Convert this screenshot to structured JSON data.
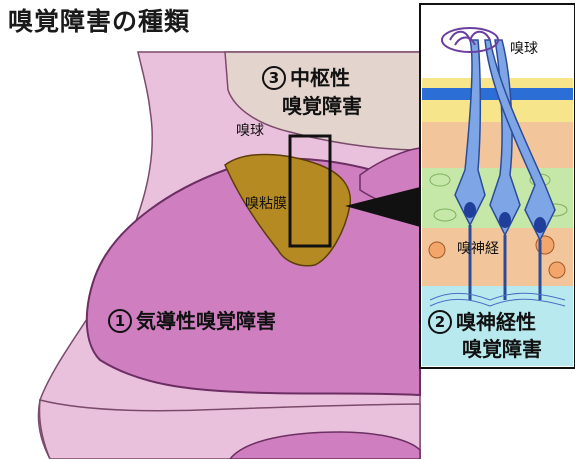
{
  "title": "嗅覚障害の種類",
  "labels": {
    "central": {
      "num": "3",
      "line1": "中枢性",
      "line2": "嗅覚障害"
    },
    "bulb_left": "嗅球",
    "mucosa": "嗅粘膜",
    "airway": {
      "num": "1",
      "text": "気導性嗅覚障害"
    },
    "bulb_inset": "嗅球",
    "nerve": "嗅神経",
    "neural": {
      "num": "2",
      "line1": "嗅神経性",
      "line2": "嗅覚障害"
    }
  },
  "colors": {
    "skin": "#e9c1dd",
    "brain": "#e3d4cd",
    "cavity": "#cf7fc0",
    "mucosa": "#b68a22",
    "inset_yellow": "#f6e58a",
    "inset_blue": "#2b6ed6",
    "inset_orange": "#f2c69a",
    "inset_green": "#c5e8a8",
    "inset_cyan": "#b8e9ee"
  }
}
